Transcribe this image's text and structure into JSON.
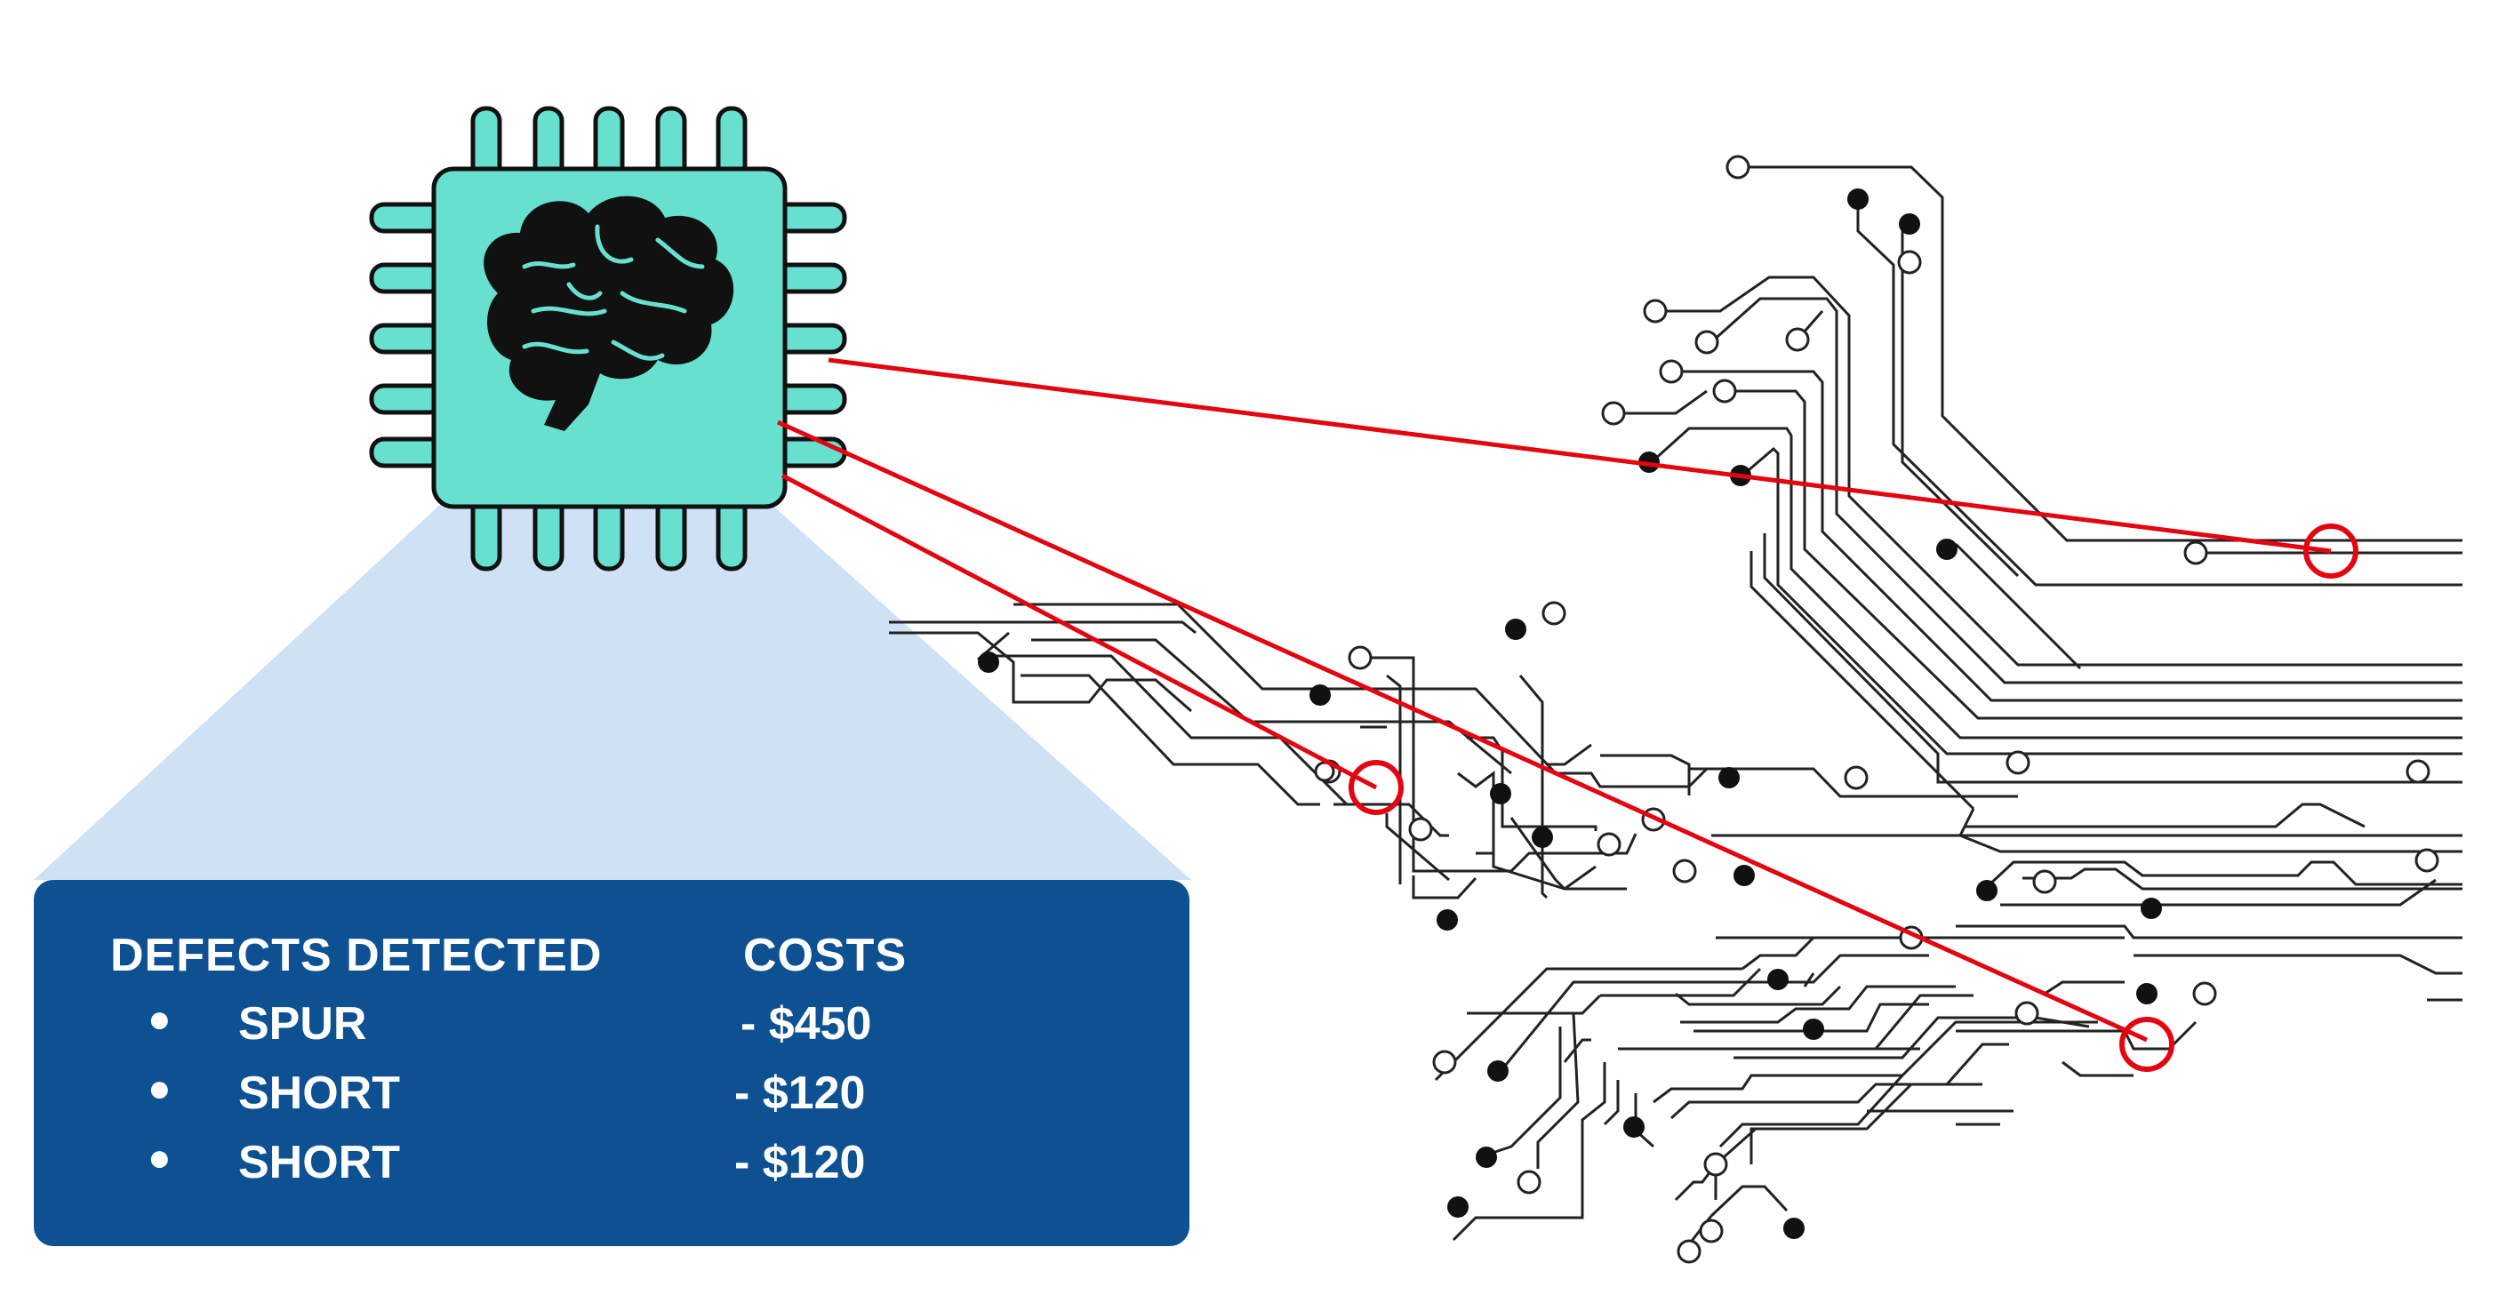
{
  "panel": {
    "header_defects": "DEFECTS DETECTED",
    "header_costs": "COSTS",
    "rows": [
      {
        "bullet": "●",
        "defect": "SPUR",
        "cost": "- $450"
      },
      {
        "bullet": "●",
        "defect": "SHORT",
        "cost": "- $120"
      },
      {
        "bullet": "●",
        "defect": "SHORT",
        "cost": "- $120"
      }
    ]
  },
  "icons": {
    "chip": "ai-chip-icon",
    "brain": "brain-icon",
    "circuit": "circuit-board-traces"
  },
  "colors": {
    "chip_fill": "#67e0d0",
    "panel_bg": "#0e5193",
    "projection": "#cfe1f4",
    "defect_marker": "#e3050f",
    "trace": "#222222"
  }
}
